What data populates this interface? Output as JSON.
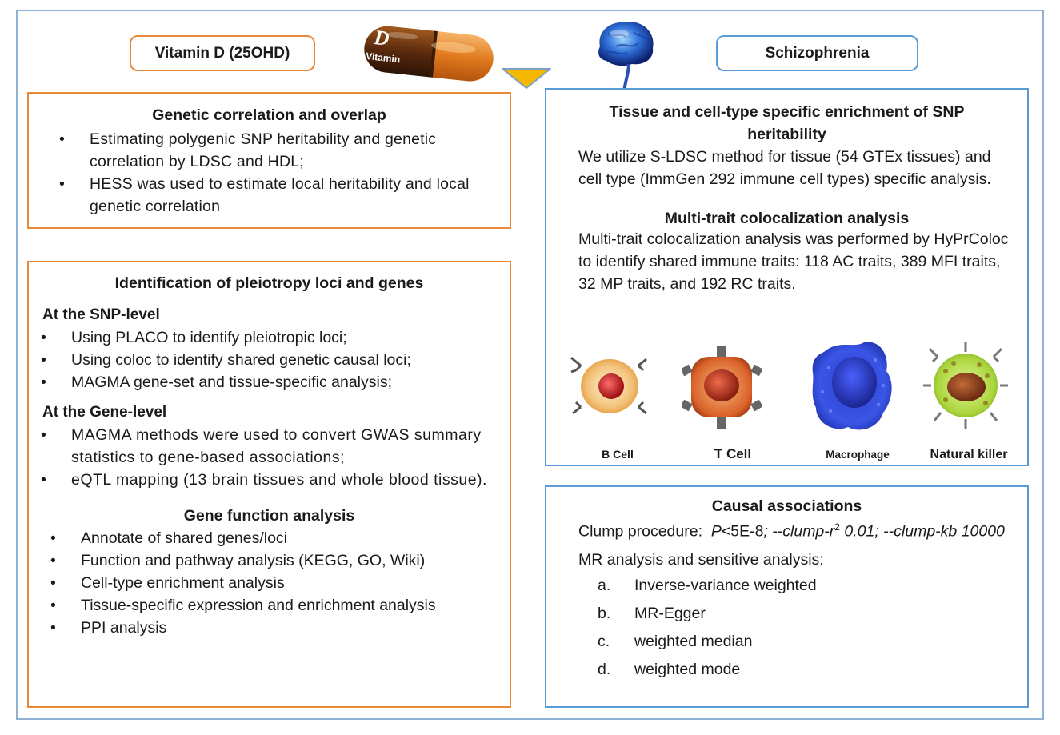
{
  "header": {
    "vitd_label": "Vitamin D (25OHD)",
    "capsule_text_big": "D",
    "capsule_text_small": "Vitamin",
    "scz_label": "Schizophrenia"
  },
  "genetic": {
    "title": "Genetic correlation and overlap",
    "items": [
      "Estimating polygenic SNP heritability and genetic correlation by LDSC and HDL;",
      "HESS was used to estimate local heritability and local genetic correlation"
    ]
  },
  "pleio": {
    "title": "Identification of pleiotropy loci and genes",
    "snp_heading": "At the SNP-level",
    "snp_items": [
      "Using PLACO to identify pleiotropic loci;",
      "Using coloc to identify shared genetic causal loci;",
      "MAGMA gene-set and tissue-specific analysis;"
    ],
    "gene_heading": "At the Gene-level",
    "gene_items": [
      "MAGMA methods were used to convert GWAS summary statistics to gene-based associations;",
      "eQTL mapping (13 brain tissues and whole blood tissue)."
    ],
    "func_title": "Gene function analysis",
    "func_items": [
      "Annotate of shared genes/loci",
      "Function and pathway analysis (KEGG, GO, Wiki)",
      "Cell-type enrichment analysis",
      "Tissue-specific expression and enrichment analysis",
      "PPI analysis"
    ]
  },
  "tissue": {
    "title": "Tissue and cell-type specific enrichment of SNP heritability",
    "text": "We utilize S-LDSC method for tissue (54 GTEx tissues) and cell type (ImmGen 292 immune cell types) specific analysis.",
    "coloc_title": "Multi-trait colocalization analysis",
    "coloc_text": "Multi-trait colocalization analysis was performed by HyPrColoc to identify shared immune traits: 118 AC traits, 389 MFI traits, 32 MP traits, and 192 RC traits.",
    "cells": [
      "B Cell",
      "T Cell",
      "Macrophage",
      "Natural killer"
    ]
  },
  "causal": {
    "title": "Causal associations",
    "clump_prefix": "Clump procedure:",
    "clump_p": "P",
    "clump_rest": "<5E-8",
    "clump_params": "; --clump-r",
    "clump_sup": "2",
    "clump_params2": " 0.01; --clump-kb 10000",
    "mr_line": "MR analysis and sensitive analysis:",
    "methods": [
      {
        "marker": "a.",
        "label": "Inverse-variance weighted"
      },
      {
        "marker": "b.",
        "label": "MR-Egger"
      },
      {
        "marker": "c.",
        "label": "weighted median"
      },
      {
        "marker": "d.",
        "label": "weighted mode"
      }
    ]
  },
  "colors": {
    "orange": "#e8893a",
    "blue": "#5b9bd5",
    "frame": "#8fb1d6",
    "arrow": "#f5b800"
  }
}
